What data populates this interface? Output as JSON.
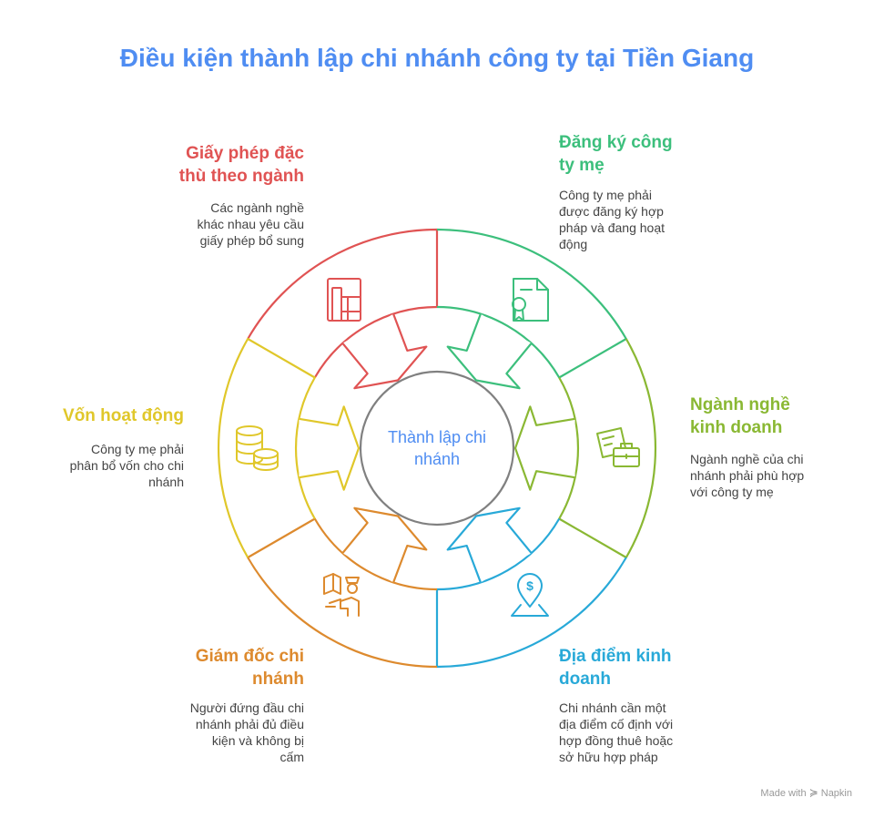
{
  "title": "Điều kiện thành lập chi nhánh công ty tại Tiền Giang",
  "center": "Thành lập chi nhánh",
  "segments": [
    {
      "id": "license",
      "title_lines": [
        "Giấy phép đặc",
        "thù theo ngành"
      ],
      "desc_lines": [
        "Các ngành nghề",
        "khác nhau yêu cầu",
        "giấy phép bổ sung"
      ],
      "color": "#e05353",
      "icon": "document-icon"
    },
    {
      "id": "parent",
      "title_lines": [
        "Đăng ký công",
        "ty mẹ"
      ],
      "desc_lines": [
        "Công ty mẹ phải",
        "được đăng ký hợp",
        "pháp và đang hoạt",
        "động"
      ],
      "color": "#3cbf7c",
      "icon": "certificate-icon"
    },
    {
      "id": "business",
      "title_lines": [
        "Ngành nghề",
        "kinh doanh"
      ],
      "desc_lines": [
        "Ngành nghề của chi",
        "nhánh phải phù hợp",
        "với công ty mẹ"
      ],
      "color": "#8ab833",
      "icon": "briefcase-icon"
    },
    {
      "id": "location",
      "title_lines": [
        "Địa điểm kinh",
        "doanh"
      ],
      "desc_lines": [
        "Chi nhánh cần một",
        "địa điểm cố định với",
        "hợp đồng thuê hoặc",
        "sở hữu hợp pháp"
      ],
      "color": "#28a9d8",
      "icon": "location-pin-icon"
    },
    {
      "id": "director",
      "title_lines": [
        "Giám đốc chi",
        "nhánh"
      ],
      "desc_lines": [
        "Người đứng đầu chi",
        "nhánh phải đủ điều",
        "kiện và không bị",
        "cấm"
      ],
      "color": "#dd8a2e",
      "icon": "manager-icon"
    },
    {
      "id": "capital",
      "title_lines": [
        "Vốn hoạt động"
      ],
      "desc_lines": [
        "Công ty mẹ phải",
        "phân bổ vốn cho chi",
        "nhánh"
      ],
      "color": "#e0c72a",
      "icon": "coins-icon"
    }
  ],
  "colors": {
    "title": "#4f8df2",
    "center_circle": "#808080",
    "text": "#444444"
  },
  "footer": {
    "made_with": "Made with",
    "brand": "Napkin"
  }
}
